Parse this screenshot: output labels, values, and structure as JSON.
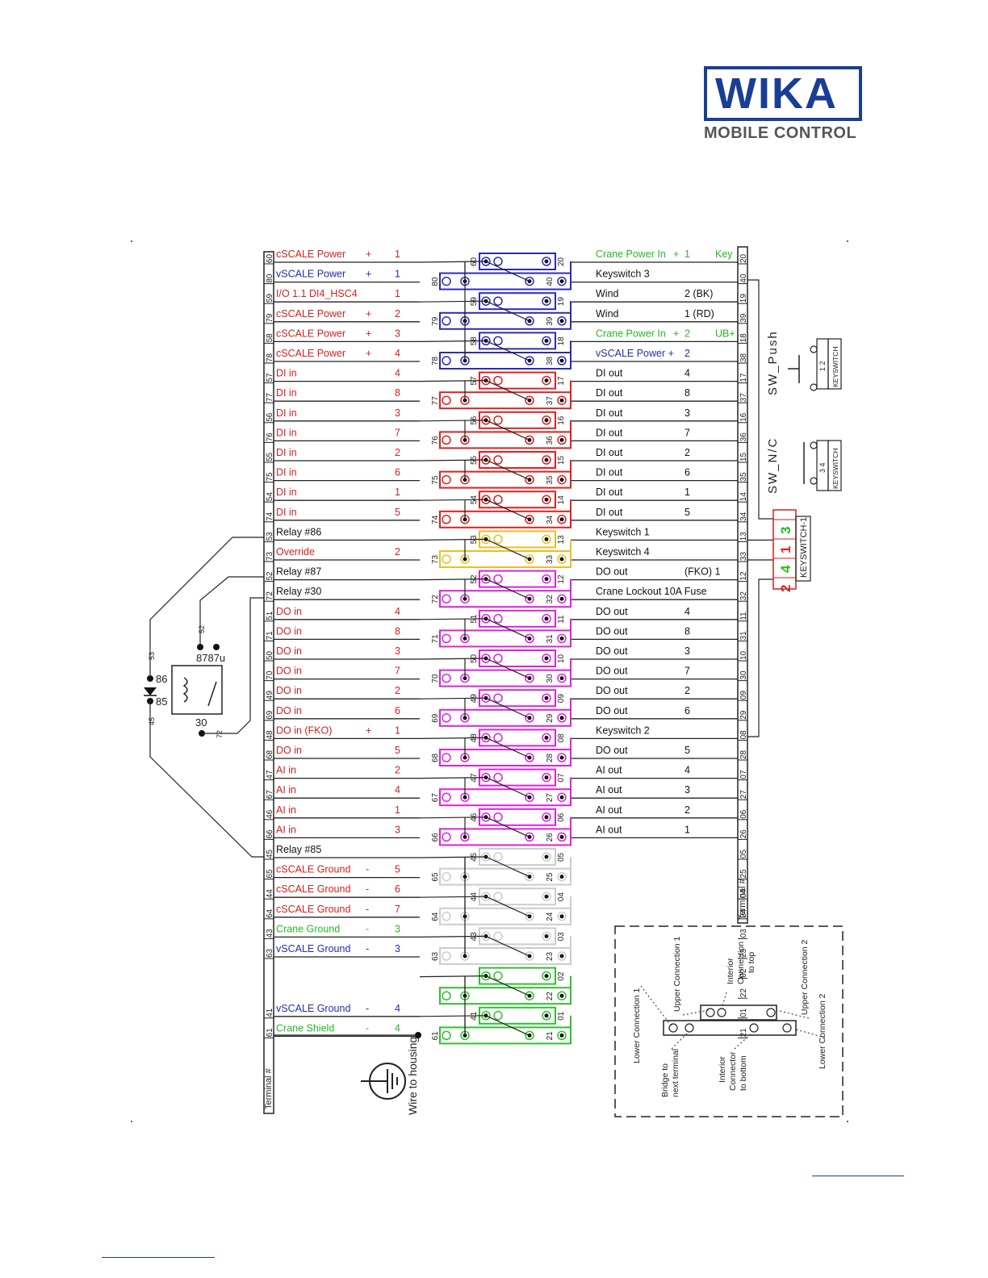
{
  "logo": {
    "word": "WIKA",
    "sub": "MOBILE CONTROL"
  },
  "left_rows": [
    {
      "num": "60",
      "label": "cSCALE Power",
      "sign": "+",
      "val": "1",
      "color": "#d42020"
    },
    {
      "num": "80",
      "label": "vSCALE Power",
      "sign": "+",
      "val": "1",
      "color": "#1f2fa8"
    },
    {
      "num": "59",
      "label": "I/O 1.1 DI4_HSC4",
      "sign": "",
      "val": "1",
      "color": "#d42020"
    },
    {
      "num": "79",
      "label": "cSCALE Power",
      "sign": "+",
      "val": "2",
      "color": "#d42020"
    },
    {
      "num": "58",
      "label": "cSCALE Power",
      "sign": "+",
      "val": "3",
      "color": "#d42020"
    },
    {
      "num": "78",
      "label": "cSCALE Power",
      "sign": "+",
      "val": "4",
      "color": "#d42020"
    },
    {
      "num": "57",
      "label": "DI in",
      "sign": "",
      "val": "4",
      "color": "#d42020"
    },
    {
      "num": "77",
      "label": "DI in",
      "sign": "",
      "val": "8",
      "color": "#d42020"
    },
    {
      "num": "56",
      "label": "DI in",
      "sign": "",
      "val": "3",
      "color": "#d42020"
    },
    {
      "num": "76",
      "label": "DI in",
      "sign": "",
      "val": "7",
      "color": "#d42020"
    },
    {
      "num": "55",
      "label": "DI in",
      "sign": "",
      "val": "2",
      "color": "#d42020"
    },
    {
      "num": "75",
      "label": "DI in",
      "sign": "",
      "val": "6",
      "color": "#d42020"
    },
    {
      "num": "54",
      "label": "DI in",
      "sign": "",
      "val": "1",
      "color": "#d42020"
    },
    {
      "num": "74",
      "label": "DI in",
      "sign": "",
      "val": "5",
      "color": "#d42020"
    },
    {
      "num": "53",
      "label": "Relay #86",
      "sign": "",
      "val": "",
      "color": "#111111"
    },
    {
      "num": "73",
      "label": "Override",
      "sign": "",
      "val": "2",
      "color": "#d42020"
    },
    {
      "num": "52",
      "label": "Relay #87",
      "sign": "",
      "val": "",
      "color": "#111111"
    },
    {
      "num": "72",
      "label": "Relay #30",
      "sign": "",
      "val": "",
      "color": "#111111"
    },
    {
      "num": "51",
      "label": "DO in",
      "sign": "",
      "val": "4",
      "color": "#d42020"
    },
    {
      "num": "71",
      "label": "DO in",
      "sign": "",
      "val": "8",
      "color": "#d42020"
    },
    {
      "num": "50",
      "label": "DO in",
      "sign": "",
      "val": "3",
      "color": "#d42020"
    },
    {
      "num": "70",
      "label": "DO in",
      "sign": "",
      "val": "7",
      "color": "#d42020"
    },
    {
      "num": "49",
      "label": "DO in",
      "sign": "",
      "val": "2",
      "color": "#d42020"
    },
    {
      "num": "69",
      "label": "DO in",
      "sign": "",
      "val": "6",
      "color": "#d42020"
    },
    {
      "num": "48",
      "label": "DO in (FKO)",
      "sign": "+",
      "val": "1",
      "color": "#d42020"
    },
    {
      "num": "68",
      "label": "DO in",
      "sign": "",
      "val": "5",
      "color": "#d42020"
    },
    {
      "num": "47",
      "label": "AI in",
      "sign": "",
      "val": "2",
      "color": "#d42020"
    },
    {
      "num": "67",
      "label": "AI in",
      "sign": "",
      "val": "4",
      "color": "#d42020"
    },
    {
      "num": "46",
      "label": "AI in",
      "sign": "",
      "val": "1",
      "color": "#d42020"
    },
    {
      "num": "66",
      "label": "AI in",
      "sign": "",
      "val": "3",
      "color": "#d42020"
    },
    {
      "num": "45",
      "label": "Relay #85",
      "sign": "",
      "val": "",
      "color": "#111111"
    },
    {
      "num": "65",
      "label": "cSCALE Ground",
      "sign": "-",
      "val": "5",
      "color": "#d42020"
    },
    {
      "num": "44",
      "label": "cSCALE Ground",
      "sign": "-",
      "val": "6",
      "color": "#d42020"
    },
    {
      "num": "64",
      "label": "cSCALE Ground",
      "sign": "-",
      "val": "7",
      "color": "#d42020"
    },
    {
      "num": "43",
      "label": "Crane Ground",
      "sign": "-",
      "val": "3",
      "color": "#22bb22"
    },
    {
      "num": "63",
      "label": "vSCALE Ground",
      "sign": "-",
      "val": "3",
      "color": "#1f2fa8"
    },
    {
      "num": "",
      "label": "",
      "sign": "",
      "val": "",
      "color": "#111111"
    },
    {
      "num": "",
      "label": "",
      "sign": "",
      "val": "",
      "color": "#111111"
    },
    {
      "num": "41",
      "label": "vSCALE Ground",
      "sign": "-",
      "val": "4",
      "color": "#1f2fa8"
    },
    {
      "num": "61",
      "label": "Crane Shield",
      "sign": "-",
      "val": "4",
      "color": "#22bb22"
    }
  ],
  "right_rows": [
    {
      "num": "20",
      "label": "Crane Power In",
      "sign": "+",
      "val": "1",
      "extra": "Key",
      "color": "#22bb22"
    },
    {
      "num": "40",
      "label": "Keyswitch 3",
      "sign": "",
      "val": "",
      "extra": "",
      "color": "#111111"
    },
    {
      "num": "19",
      "label": "Wind",
      "sign": "",
      "val": "2 (BK)",
      "extra": "",
      "color": "#111111"
    },
    {
      "num": "39",
      "label": "Wind",
      "sign": "",
      "val": "1 (RD)",
      "extra": "",
      "color": "#111111"
    },
    {
      "num": "18",
      "label": "Crane Power In",
      "sign": "+",
      "val": "2",
      "extra": "UB+",
      "color": "#22bb22"
    },
    {
      "num": "38",
      "label": "vSCALE Power +",
      "sign": "",
      "val": "2",
      "extra": "",
      "color": "#1f2fa8"
    },
    {
      "num": "17",
      "label": "DI out",
      "sign": "",
      "val": "4",
      "extra": "",
      "color": "#111111"
    },
    {
      "num": "37",
      "label": "DI out",
      "sign": "",
      "val": "8",
      "extra": "",
      "color": "#111111"
    },
    {
      "num": "16",
      "label": "DI out",
      "sign": "",
      "val": "3",
      "extra": "",
      "color": "#111111"
    },
    {
      "num": "36",
      "label": "DI out",
      "sign": "",
      "val": "7",
      "extra": "",
      "color": "#111111"
    },
    {
      "num": "15",
      "label": "DI out",
      "sign": "",
      "val": "2",
      "extra": "",
      "color": "#111111"
    },
    {
      "num": "35",
      "label": "DI out",
      "sign": "",
      "val": "6",
      "extra": "",
      "color": "#111111"
    },
    {
      "num": "14",
      "label": "DI out",
      "sign": "",
      "val": "1",
      "extra": "",
      "color": "#111111"
    },
    {
      "num": "34",
      "label": "DI out",
      "sign": "",
      "val": "5",
      "extra": "",
      "color": "#111111"
    },
    {
      "num": "13",
      "label": "Keyswitch 1",
      "sign": "",
      "val": "",
      "extra": "",
      "color": "#111111"
    },
    {
      "num": "33",
      "label": "Keyswitch 4",
      "sign": "",
      "val": "",
      "extra": "",
      "color": "#111111"
    },
    {
      "num": "12",
      "label": "DO out",
      "sign": "",
      "val": "(FKO) 1",
      "extra": "",
      "color": "#111111"
    },
    {
      "num": "32",
      "label": "Crane Lockout 10A Fuse",
      "sign": "",
      "val": "",
      "extra": "",
      "color": "#111111"
    },
    {
      "num": "11",
      "label": "DO out",
      "sign": "",
      "val": "4",
      "extra": "",
      "color": "#111111"
    },
    {
      "num": "31",
      "label": "DO out",
      "sign": "",
      "val": "8",
      "extra": "",
      "color": "#111111"
    },
    {
      "num": "10",
      "label": "DO out",
      "sign": "",
      "val": "3",
      "extra": "",
      "color": "#111111"
    },
    {
      "num": "30",
      "label": "DO out",
      "sign": "",
      "val": "7",
      "extra": "",
      "color": "#111111"
    },
    {
      "num": "09",
      "label": "DO out",
      "sign": "",
      "val": "2",
      "extra": "",
      "color": "#111111"
    },
    {
      "num": "29",
      "label": "DO out",
      "sign": "",
      "val": "6",
      "extra": "",
      "color": "#111111"
    },
    {
      "num": "08",
      "label": "Keyswitch 2",
      "sign": "",
      "val": "",
      "extra": "",
      "color": "#111111"
    },
    {
      "num": "28",
      "label": "DO out",
      "sign": "",
      "val": "5",
      "extra": "",
      "color": "#111111"
    },
    {
      "num": "07",
      "label": "AI out",
      "sign": "",
      "val": "4",
      "extra": "",
      "color": "#111111"
    },
    {
      "num": "27",
      "label": "AI out",
      "sign": "",
      "val": "3",
      "extra": "",
      "color": "#111111"
    },
    {
      "num": "06",
      "label": "AI out",
      "sign": "",
      "val": "2",
      "extra": "",
      "color": "#111111"
    },
    {
      "num": "26",
      "label": "AI out",
      "sign": "",
      "val": "1",
      "extra": "",
      "color": "#111111"
    },
    {
      "num": "05",
      "label": "",
      "sign": "",
      "val": "",
      "extra": "",
      "color": "#111111"
    },
    {
      "num": "25",
      "label": "",
      "sign": "",
      "val": "",
      "extra": "",
      "color": "#111111"
    },
    {
      "num": "04",
      "label": "",
      "sign": "",
      "val": "",
      "extra": "",
      "color": "#111111"
    },
    {
      "num": "24",
      "label": "",
      "sign": "",
      "val": "",
      "extra": "",
      "color": "#111111"
    },
    {
      "num": "03",
      "label": "",
      "sign": "",
      "val": "",
      "extra": "",
      "color": "#111111"
    },
    {
      "num": "23",
      "label": "",
      "sign": "",
      "val": "",
      "extra": "",
      "color": "#111111"
    },
    {
      "num": "02",
      "label": "",
      "sign": "",
      "val": "",
      "extra": "",
      "color": "#111111"
    },
    {
      "num": "22",
      "label": "",
      "sign": "",
      "val": "",
      "extra": "",
      "color": "#111111"
    },
    {
      "num": "01",
      "label": "",
      "sign": "",
      "val": "",
      "extra": "",
      "color": "#111111"
    },
    {
      "num": "21",
      "label": "",
      "sign": "",
      "val": "",
      "extra": "",
      "color": "#111111"
    }
  ],
  "groups": [
    {
      "color": "#2b2bb8",
      "rows": [
        0,
        1
      ]
    },
    {
      "color": "#2b2bb8",
      "rows": [
        2,
        3
      ]
    },
    {
      "color": "#2b2bb8",
      "rows": [
        4,
        5
      ]
    },
    {
      "color": "#e02020",
      "rows": [
        6,
        7
      ]
    },
    {
      "color": "#e02020",
      "rows": [
        8,
        9
      ]
    },
    {
      "color": "#e02020",
      "rows": [
        10,
        11
      ]
    },
    {
      "color": "#e02020",
      "rows": [
        12,
        13
      ]
    },
    {
      "color": "#e8c020",
      "rows": [
        14,
        15
      ]
    },
    {
      "color": "#e020e0",
      "rows": [
        16,
        17
      ]
    },
    {
      "color": "#e020e0",
      "rows": [
        18,
        19
      ]
    },
    {
      "color": "#e020e0",
      "rows": [
        20,
        21
      ]
    },
    {
      "color": "#e020e0",
      "rows": [
        22,
        23
      ]
    },
    {
      "color": "#e020e0",
      "rows": [
        24,
        25
      ]
    },
    {
      "color": "#e020e0",
      "rows": [
        26,
        27
      ]
    },
    {
      "color": "#e020e0",
      "rows": [
        28,
        29
      ]
    },
    {
      "color": "#cccccc",
      "rows": [
        30,
        31
      ]
    },
    {
      "color": "#cccccc",
      "rows": [
        32,
        33
      ]
    },
    {
      "color": "#cccccc",
      "rows": [
        34,
        35
      ]
    },
    {
      "color": "#30c030",
      "rows": [
        36,
        37
      ]
    },
    {
      "color": "#30c030",
      "rows": [
        38,
        39
      ]
    }
  ],
  "terminal_label": "Terminal #",
  "relay": {
    "part": "8787u",
    "pin86": "86",
    "pin85": "85",
    "pin30": "30",
    "pin87": "52",
    "wire53": "53",
    "wire45": "45",
    "wire72": "72"
  },
  "ground_label": "Wire to housing",
  "switches": {
    "push_label": "SW_Push",
    "push_box": "1 2",
    "push_keyswitch": "KEYSWITCH",
    "nc_label": "SW_N/C",
    "nc_box": "3 4",
    "nc_keyswitch": "KEYSWITCH",
    "connector_label": "KEYSWITCH-1",
    "connector_pins": [
      "3",
      "1",
      "4",
      "2"
    ]
  },
  "legend": {
    "lower1": "Lower Connection 1",
    "upper1": "Upper Connection 1",
    "interior_top": "Interior Connection to top",
    "upper2": "Upper Connection 2",
    "lower2": "Lower Connection 2",
    "bridge": "Bridge to next terminal",
    "interior_bottom": "Interior Connector to bottom"
  },
  "colors": {
    "blue": "#1f2fa8",
    "red": "#d42020",
    "green": "#22bb22",
    "magenta": "#e020e0",
    "yellow": "#e8c020"
  }
}
